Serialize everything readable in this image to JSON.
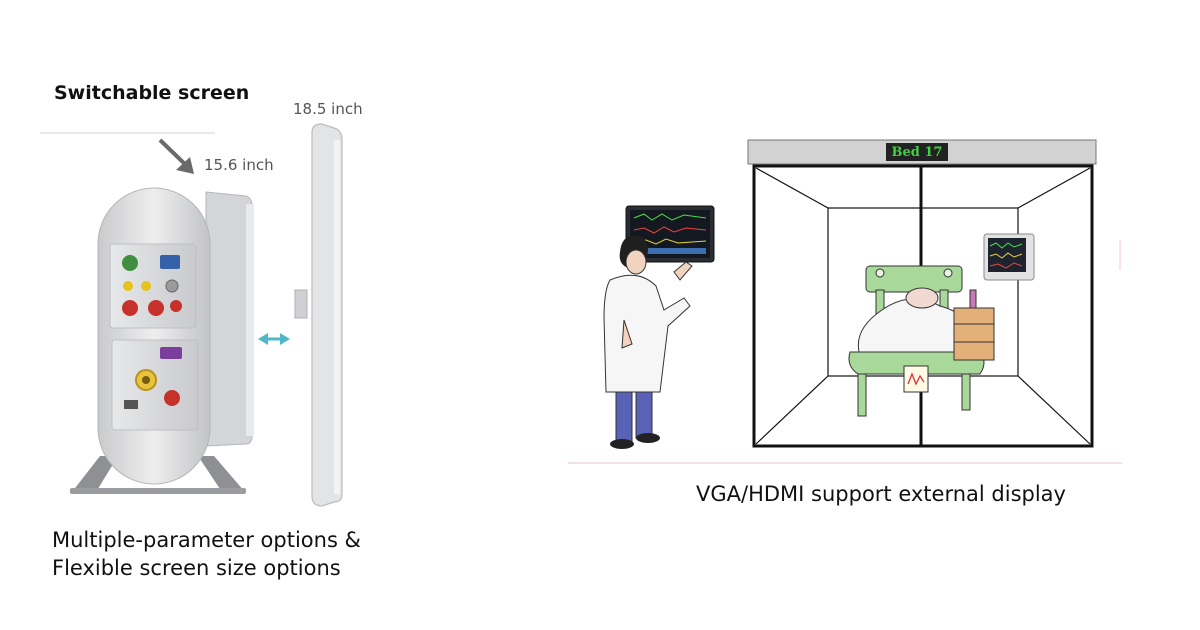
{
  "left_panel": {
    "title": "Switchable screen",
    "size_large": "18.5 inch",
    "size_small": "15.6 inch",
    "caption_line1": "Multiple-parameter options &",
    "caption_line2": "Flexible screen size options"
  },
  "right_panel": {
    "room_sign": "Bed 17",
    "caption": "VGA/HDMI support external display"
  },
  "colors": {
    "device_silver": "#d9dadc",
    "arrow_teal": "#4fb7c8",
    "sign_green": "#3fd13f",
    "bed_green": "#a8d89a"
  }
}
